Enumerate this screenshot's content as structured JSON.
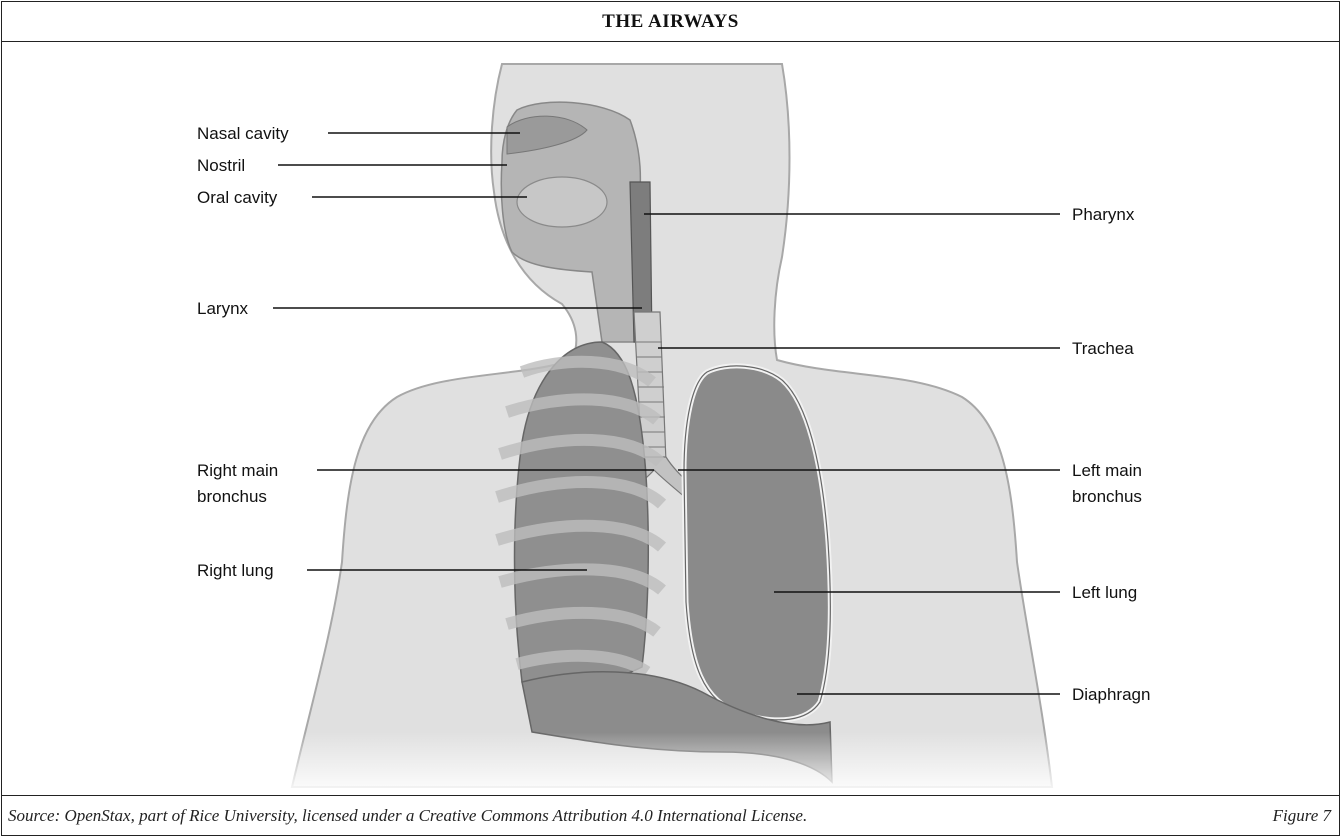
{
  "title": "THE AIRWAYS",
  "labels": {
    "nasal_cavity": "Nasal cavity",
    "nostril": "Nostril",
    "oral_cavity": "Oral cavity",
    "larynx": "Larynx",
    "right_main_bronchus_1": "Right main",
    "right_main_bronchus_2": "bronchus",
    "right_lung": "Right lung",
    "pharynx": "Pharynx",
    "trachea": "Trachea",
    "left_main_bronchus_1": "Left main",
    "left_main_bronchus_2": "bronchus",
    "left_lung": "Left lung",
    "diaphragm": "Diaphragn"
  },
  "footer": {
    "source": "Source: OpenStax, part of Rice University, licensed under a Creative Commons Attribution 4.0 International License.",
    "figure_number": "Figure 7"
  }
}
